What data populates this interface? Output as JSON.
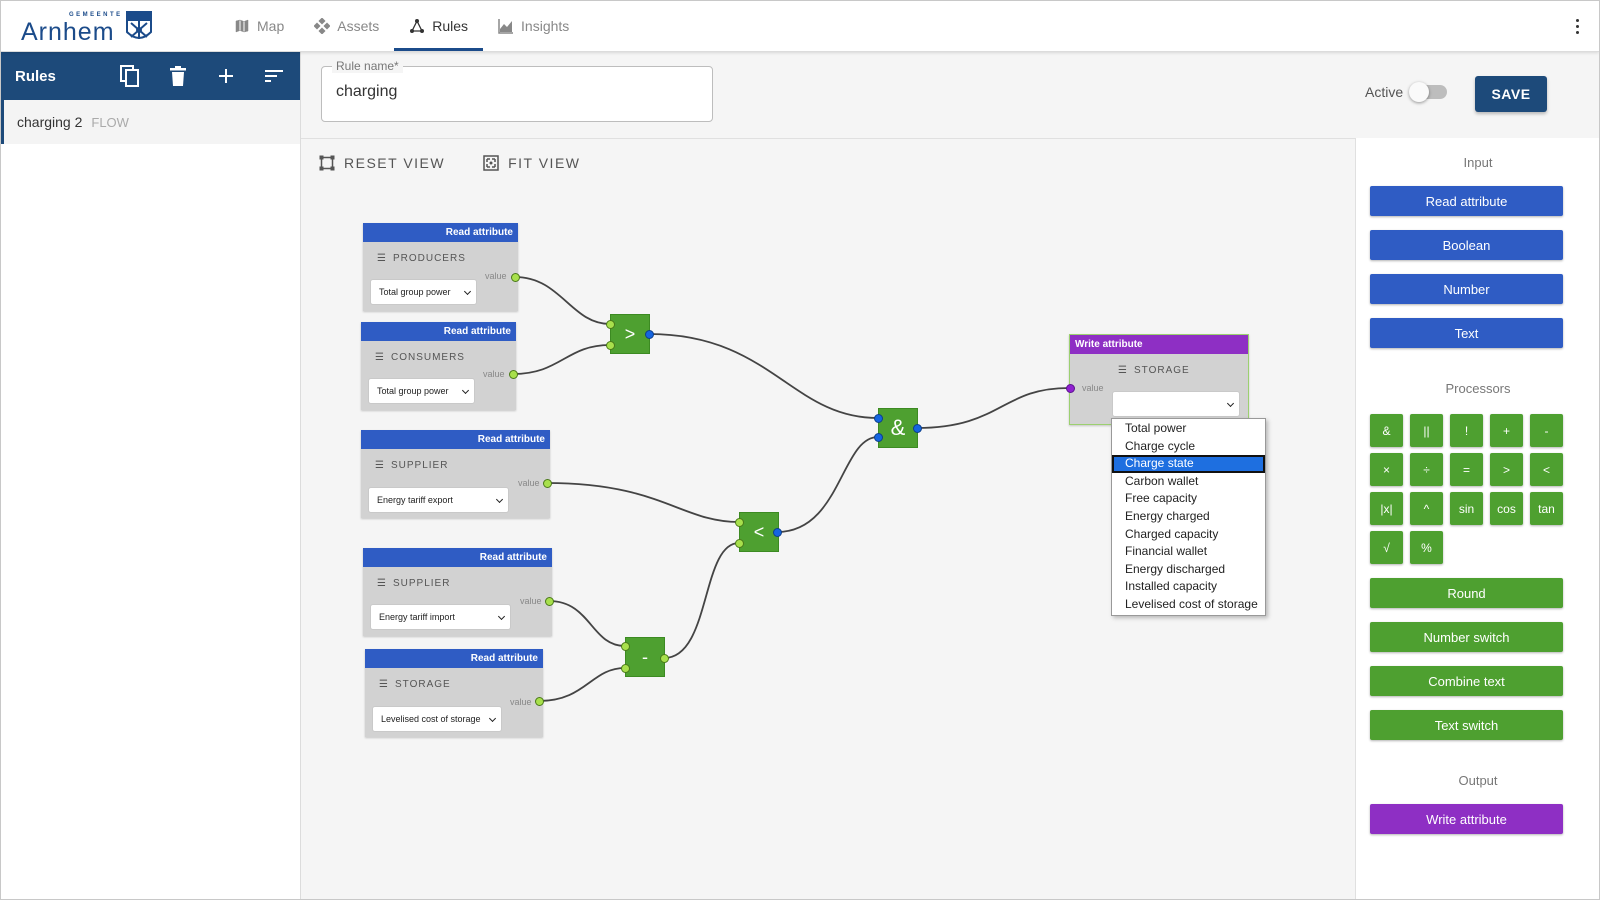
{
  "brand": {
    "small": "GEMEENTE",
    "name": "Arnhem"
  },
  "nav": [
    {
      "label": "Map",
      "icon": "map-icon",
      "active": false
    },
    {
      "label": "Assets",
      "icon": "assets-icon",
      "active": false
    },
    {
      "label": "Rules",
      "icon": "rules-icon",
      "active": true
    },
    {
      "label": "Insights",
      "icon": "insights-icon",
      "active": false
    }
  ],
  "sidebar": {
    "title": "Rules",
    "rules": [
      {
        "name": "charging 2",
        "type": "FLOW"
      }
    ]
  },
  "editor": {
    "rule_name_label": "Rule name*",
    "rule_name_value": "charging",
    "active_label": "Active",
    "active": false,
    "save_label": "SAVE",
    "reset_view_label": "RESET VIEW",
    "fit_view_label": "FIT VIEW"
  },
  "nodes": {
    "read_header": "Read attribute",
    "write_header": "Write attribute",
    "value_label": "value",
    "read1": {
      "asset": "PRODUCERS",
      "attribute": "Total group power"
    },
    "read2": {
      "asset": "CONSUMERS",
      "attribute": "Total group power"
    },
    "read3": {
      "asset": "SUPPLIER",
      "attribute": "Energy tariff export"
    },
    "read4": {
      "asset": "SUPPLIER",
      "attribute": "Energy tariff import"
    },
    "read5": {
      "asset": "STORAGE",
      "attribute": "Levelised cost of storage"
    },
    "write1": {
      "asset": "STORAGE",
      "attribute": ""
    },
    "op_gt": ">",
    "op_and": "&",
    "op_lt": "<",
    "op_minus": "-"
  },
  "dropdown": {
    "selected_index": 2,
    "options": [
      "Total power",
      "Charge cycle",
      "Charge state",
      "Carbon wallet",
      "Free capacity",
      "Energy charged",
      "Charged capacity",
      "Financial wallet",
      "Energy discharged",
      "Installed capacity",
      "Levelised cost of storage"
    ]
  },
  "palette": {
    "input_title": "Input",
    "inputs": [
      "Read attribute",
      "Boolean",
      "Number",
      "Text"
    ],
    "processors_title": "Processors",
    "processors": [
      "&",
      "||",
      "!",
      "+",
      "-",
      "×",
      "÷",
      "=",
      ">",
      "<",
      "|x|",
      "^",
      "sin",
      "cos",
      "tan",
      "√",
      "%"
    ],
    "processor_wide": [
      "Round",
      "Number switch",
      "Combine text",
      "Text switch"
    ],
    "output_title": "Output",
    "outputs": [
      "Write attribute"
    ]
  },
  "colors": {
    "primary": "#1d4a7a",
    "input": "#2f5cc4",
    "processor": "#4ea030",
    "output": "#8e2fc4"
  }
}
